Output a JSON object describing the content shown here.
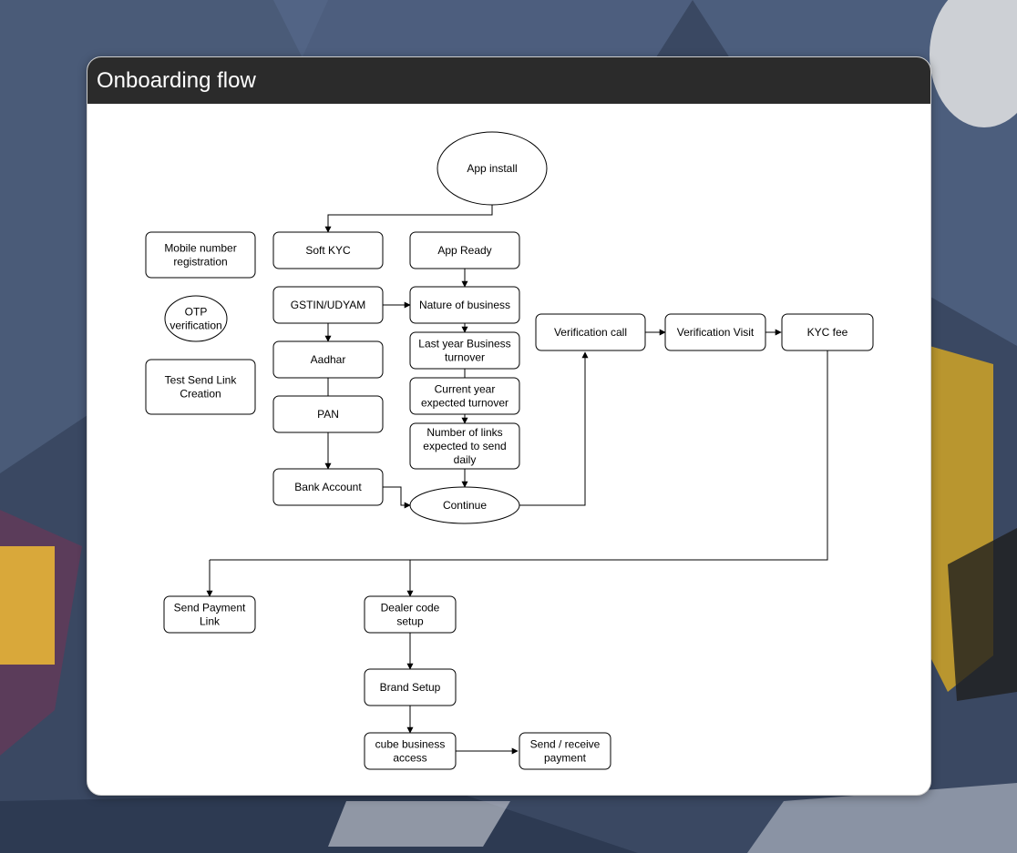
{
  "window": {
    "title": "Onboarding flow"
  },
  "colors": {
    "header_bg": "#2b2b2b",
    "panel_bg": "#ffffff",
    "stroke": "#000000"
  },
  "nodes": {
    "app_install": [
      "App install"
    ],
    "soft_kyc": [
      "Soft KYC"
    ],
    "app_ready": [
      "App Ready"
    ],
    "mobile_registration": [
      "Mobile number",
      "registration"
    ],
    "otp_verification": [
      "OTP",
      "verification"
    ],
    "test_send_link": [
      "Test Send Link",
      "Creation"
    ],
    "gstin_udyam": [
      "GSTIN/UDYAM"
    ],
    "nature_of_business": [
      "Nature of business"
    ],
    "last_year_turnover": [
      "Last year Business",
      "turnover"
    ],
    "current_year_turnover": [
      "Current year",
      "expected turnover"
    ],
    "links_daily": [
      "Number of links",
      "expected to send",
      "daily"
    ],
    "aadhar": [
      "Aadhar"
    ],
    "pan": [
      "PAN"
    ],
    "bank_account": [
      "Bank Account"
    ],
    "continue": [
      "Continue"
    ],
    "verification_call": [
      "Verification call"
    ],
    "verification_visit": [
      "Verification Visit"
    ],
    "kyc_fee": [
      "KYC fee"
    ],
    "send_payment_link": [
      "Send Payment",
      "Link"
    ],
    "dealer_code_setup": [
      "Dealer code",
      "setup"
    ],
    "brand_setup": [
      "Brand Setup"
    ],
    "cube_business_access": [
      "cube business",
      "access"
    ],
    "send_receive_payment": [
      "Send / receive",
      "payment"
    ]
  }
}
